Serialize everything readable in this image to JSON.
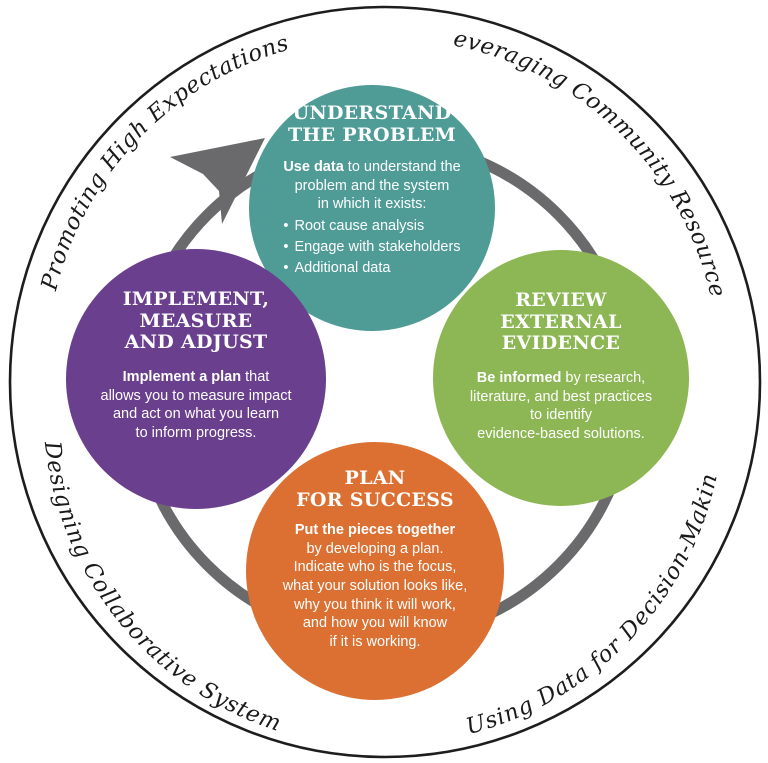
{
  "ring_labels": {
    "top_left": "Promoting High Expectations",
    "top_right": "Leveraging Community Resources",
    "bottom_left": "Designing Collaborative Systems",
    "bottom_right": "Using Data for Decision-Making"
  },
  "steps": {
    "understand": {
      "title_line1": "UNDERSTAND",
      "title_line2": "THE PROBLEM",
      "body_bold": "Use data",
      "body_rest1": " to understand the",
      "body_line2": "problem and the system",
      "body_line3": "in which it exists:",
      "bullets": [
        "Root cause analysis",
        "Engage with stakeholders",
        "Additional data"
      ]
    },
    "review": {
      "title_line1": "REVIEW",
      "title_line2": "EXTERNAL",
      "title_line3": "EVIDENCE",
      "body_bold": "Be informed",
      "body_rest1": " by research,",
      "body_line2": "literature, and best practices",
      "body_line3": "to identify",
      "body_line4": "evidence-based solutions."
    },
    "implement": {
      "title_line1": "IMPLEMENT,",
      "title_line2": "MEASURE",
      "title_line3": "AND ADJUST",
      "body_bold": "Implement a plan",
      "body_rest1": " that",
      "body_line2": "allows you to measure impact",
      "body_line3": "and act on what you learn",
      "body_line4": "to inform progress."
    },
    "plan": {
      "title_line1": "PLAN",
      "title_line2": "FOR SUCCESS",
      "body_bold": "Put the pieces together",
      "body_line2": "by developing a plan.",
      "body_line3": "Indicate who is the focus,",
      "body_line4": "what your solution looks like,",
      "body_line5": "why you think it will work,",
      "body_line6": "and how you will know",
      "body_line7": "if it is working."
    }
  },
  "colors": {
    "understand": "#4f9c97",
    "review": "#8db754",
    "implement": "#693f8e",
    "plan": "#db7032",
    "cycle_ring": "#6a6a6c",
    "outer_ring": "#1d1d1d"
  }
}
